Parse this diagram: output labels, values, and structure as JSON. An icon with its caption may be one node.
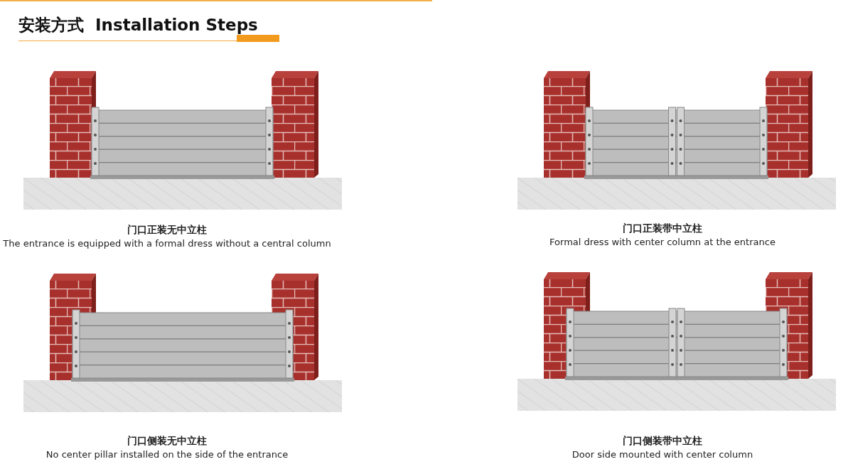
{
  "diagram": {
    "title": "安装方式  Installation Steps",
    "labels": [
      "门口正装无中立柱",
      "The entrance is equipped with a formal dress without a central column",
      "门口正装带中立柱",
      "Formal dress with center column at the entrance",
      "门口侧装无中立柱",
      "No center pillar installed on the side of the entrance",
      "门口侧装带中立柱",
      "Door side mounted with center column"
    ]
  }
}
